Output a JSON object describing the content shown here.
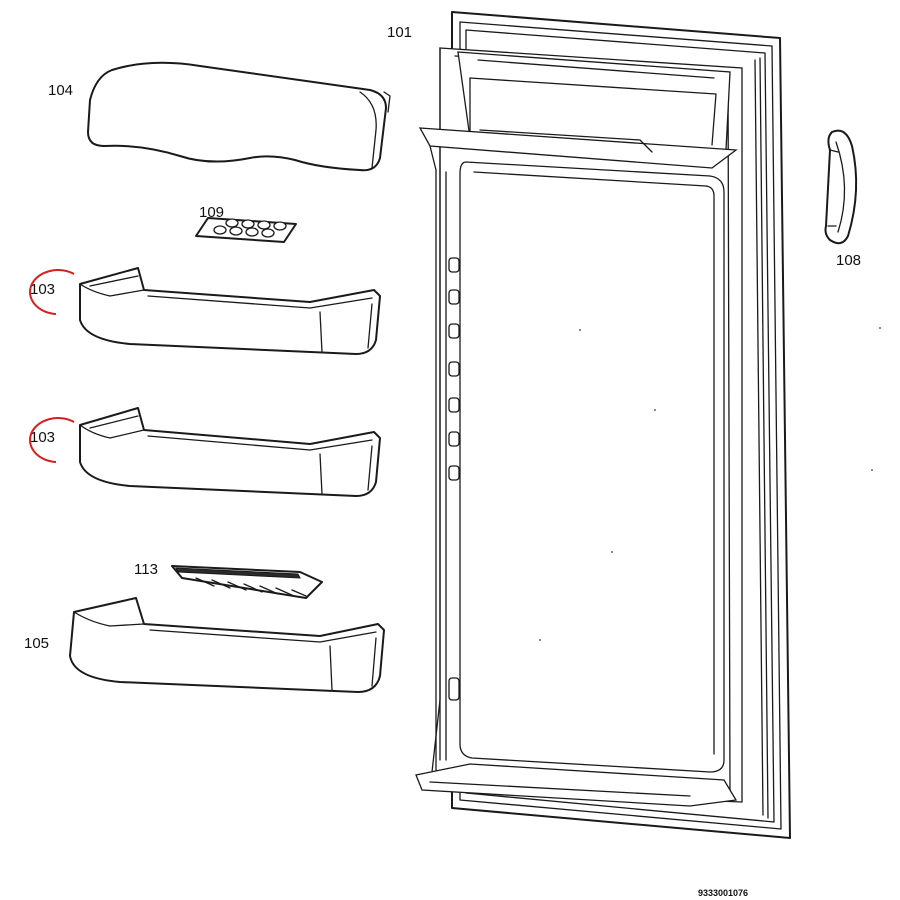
{
  "labels": {
    "door": "101",
    "shelf_upper": "103",
    "shelf_middle": "103",
    "lid": "104",
    "bottom_shelf": "105",
    "handle": "108",
    "egg_tray": "109",
    "rack": "113"
  },
  "drawing_code": "9333001076",
  "colors": {
    "line": "#1a1a1a",
    "highlight_circle": "#d42020",
    "background": "#ffffff"
  }
}
